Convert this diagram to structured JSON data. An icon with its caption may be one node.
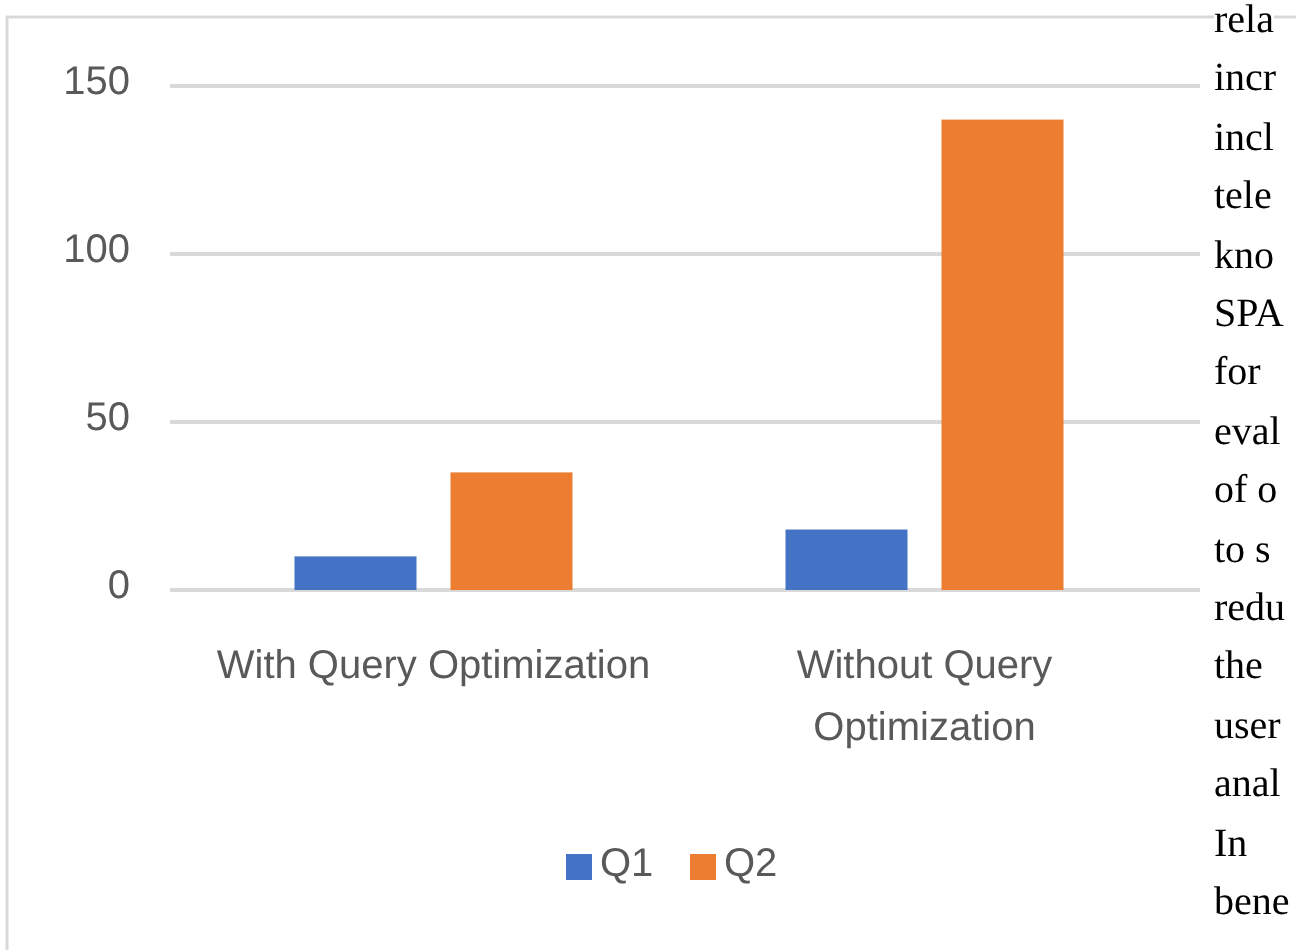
{
  "diagram": {
    "chart_data": {
      "type": "bar",
      "categories": [
        "With Query Optimization",
        "Without Query Optimization"
      ],
      "series": [
        {
          "name": "Q1",
          "color": "#4472c4",
          "values": [
            10,
            18
          ]
        },
        {
          "name": "Q2",
          "color": "#ed7d31",
          "values": [
            35,
            140
          ]
        }
      ],
      "ylim": [
        0,
        150
      ],
      "yticks": [
        0,
        50,
        100,
        150
      ],
      "legend": "bottom"
    },
    "labels": [
      "rela",
      "incr",
      "incl",
      "tele",
      "kno",
      "SPA",
      "for",
      "eval",
      "of o",
      "to s",
      "redu",
      "the",
      "user",
      "anal",
      "In",
      "bene"
    ]
  }
}
